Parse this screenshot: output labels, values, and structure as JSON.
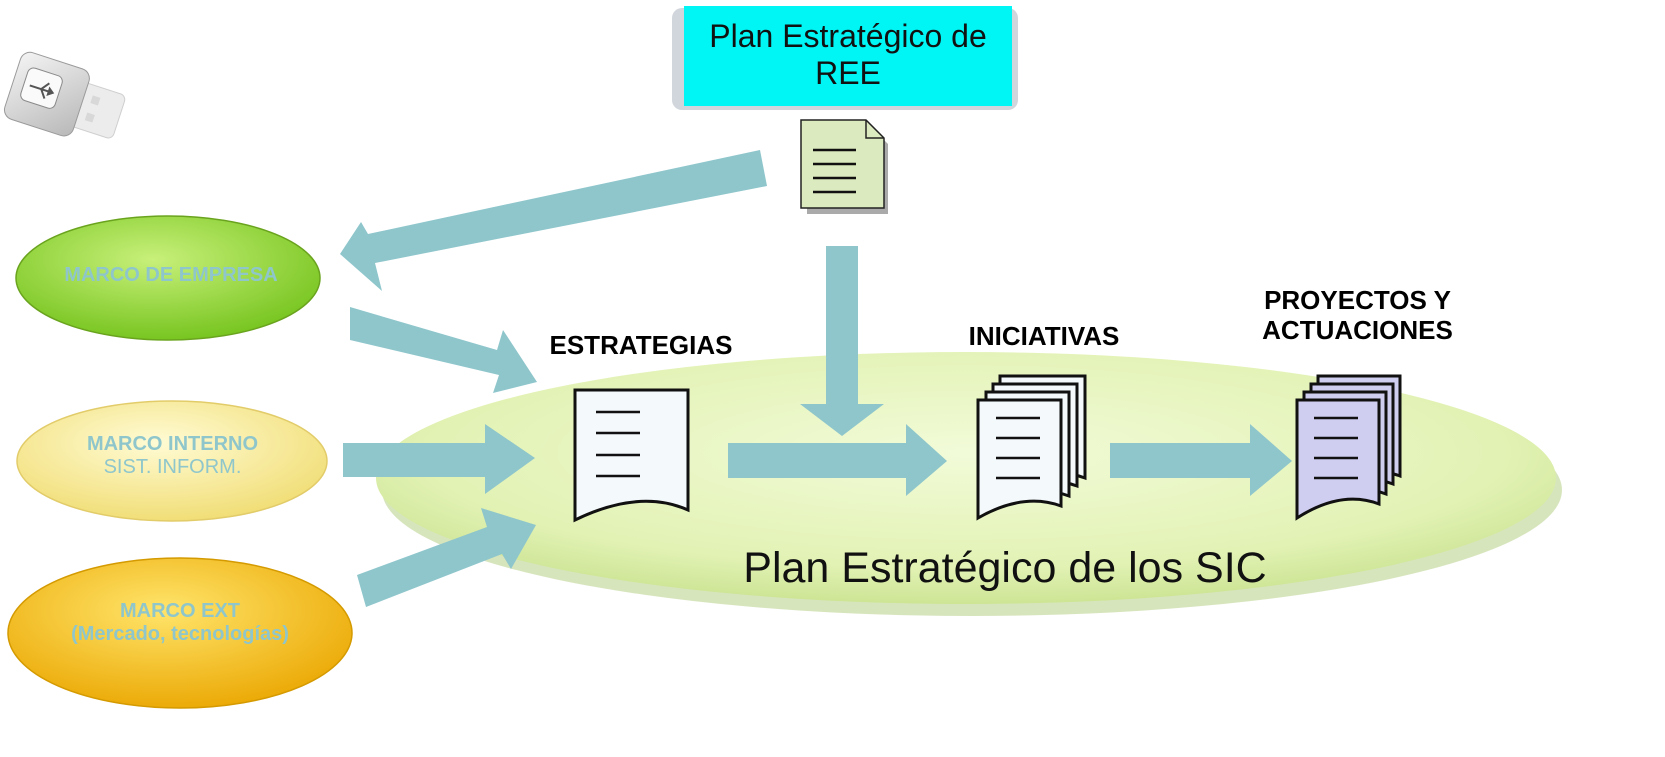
{
  "top_box": {
    "line1": "Plan Estratégico de",
    "line2": "REE",
    "color": "#00f5f5"
  },
  "stages": {
    "estrategias": "ESTRATEGIAS",
    "iniciativas": "INICIATIVAS",
    "proyectos_line1": "PROYECTOS Y",
    "proyectos_line2": "ACTUACIONES"
  },
  "marcos": {
    "empresa": {
      "label": "MARCO DE EMPRESA",
      "color": "#8cd23c"
    },
    "interno": {
      "line1": "MARCO INTERNO",
      "line2": "SIST. INFORM.",
      "color": "#f5ec9a"
    },
    "externo": {
      "line1": "MARCO EXT",
      "line2": "(Mercado, tecnologías)",
      "color": "#f5c400"
    }
  },
  "plan_sic": {
    "label": "Plan Estratégico de los SIC",
    "color": "#e4f3b8"
  },
  "colors": {
    "arrow": "#8ec6cc",
    "label_text": "#8ec6cc",
    "doc_green": "#dcebbf",
    "doc_purple": "#cfcdf0"
  },
  "icons": [
    "usb-drive-icon",
    "document-icon",
    "stacked-documents-icon"
  ]
}
